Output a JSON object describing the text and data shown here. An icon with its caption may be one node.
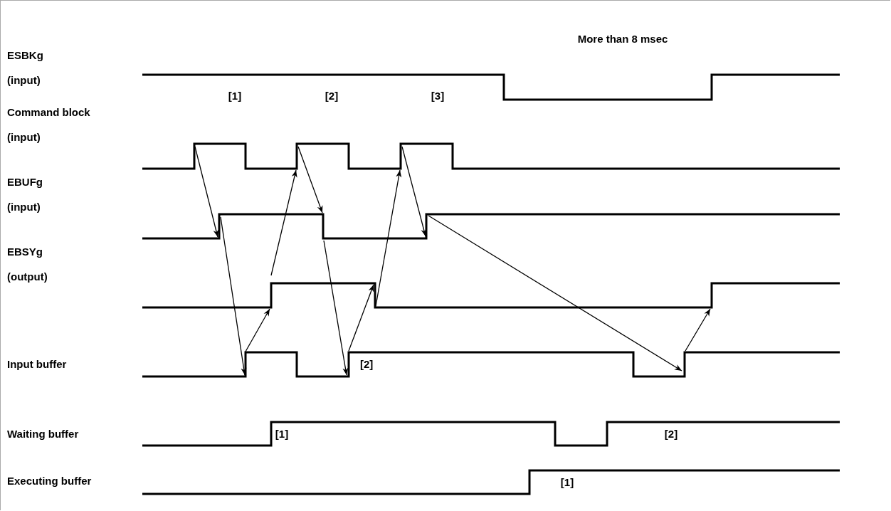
{
  "diagram": {
    "labels": [
      "ESBKg",
      "More than 8 msec",
      "(input)",
      "Command block",
      "[1]",
      "[2]",
      "[3]",
      "(input)",
      "EBUFg",
      "(input)",
      "EBSYg",
      "(output)",
      "Input buffer",
      "[2]",
      "Waiting buffer",
      "[1]",
      "[2]",
      "Executing buffer",
      "[1]"
    ]
  }
}
